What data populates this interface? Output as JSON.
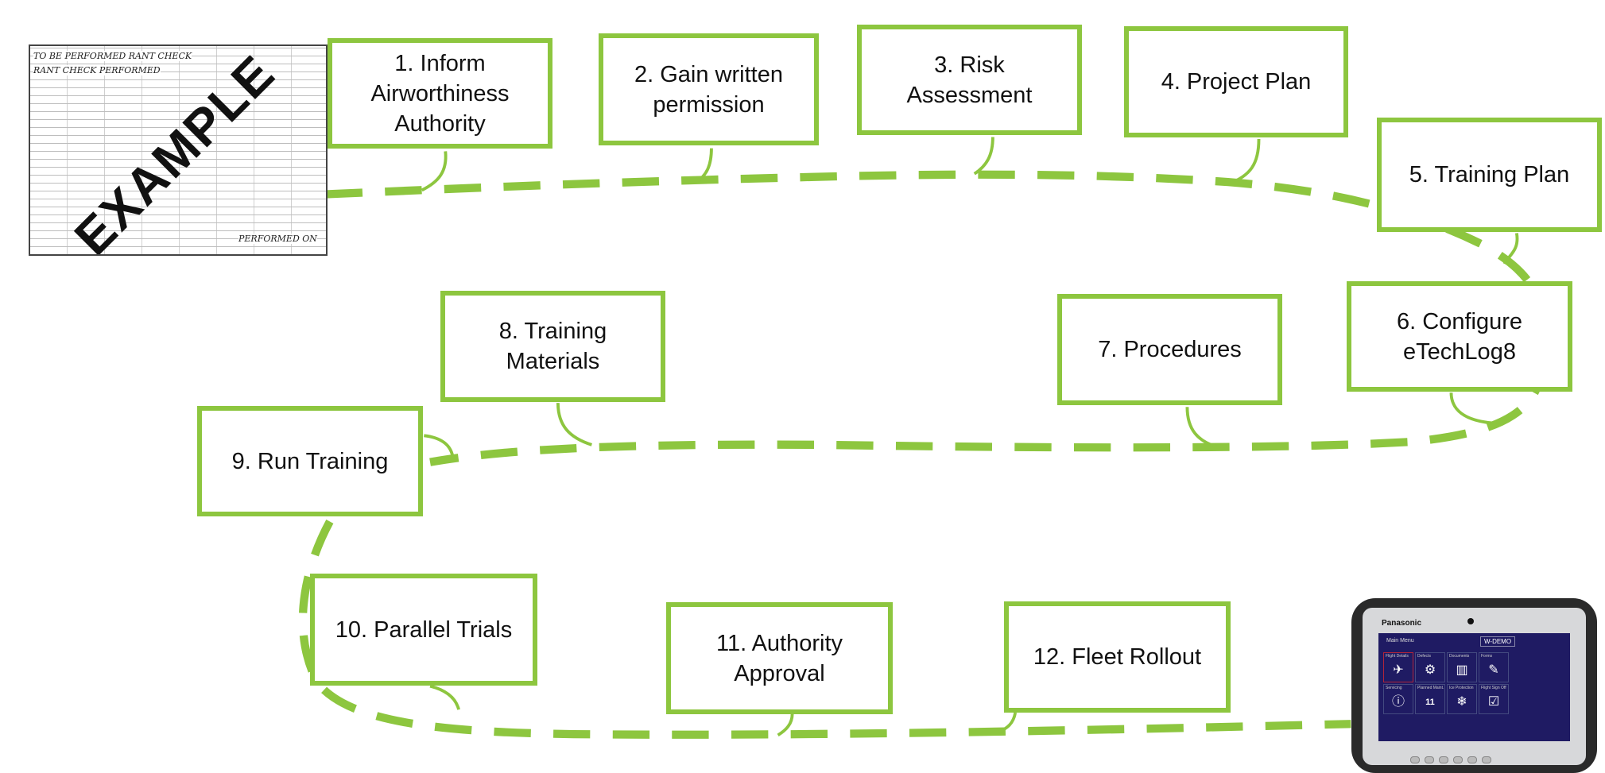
{
  "colors": {
    "accent": "#8DC63F",
    "text": "#111111",
    "tablet_screen": "#1f1b63"
  },
  "example_form": {
    "watermark": "EXAMPLE",
    "handwriting": [
      "TO BE PERFORMED RANT CHECK",
      "RANT CHECK PERFORMED",
      "PERFORMED ON"
    ]
  },
  "steps": [
    {
      "label": "1. Inform\nAirworthiness\nAuthority"
    },
    {
      "label": "2. Gain written\npermission"
    },
    {
      "label": "3. Risk\nAssessment"
    },
    {
      "label": "4. Project Plan"
    },
    {
      "label": "5. Training Plan"
    },
    {
      "label": "6. Configure\neTechLog8"
    },
    {
      "label": "7. Procedures"
    },
    {
      "label": "8. Training\nMaterials"
    },
    {
      "label": "9. Run Training"
    },
    {
      "label": "10. Parallel Trials"
    },
    {
      "label": "11. Authority\nApproval"
    },
    {
      "label": "12. Fleet Rollout"
    }
  ],
  "tablet": {
    "brand": "Panasonic",
    "menu_title": "Main Menu",
    "aircraft": "W-DEMO",
    "tiles": [
      {
        "label": "Flight Details",
        "icon": "airplane-icon",
        "glyph": "✈"
      },
      {
        "label": "Defects",
        "icon": "gear-icon",
        "glyph": "⚙"
      },
      {
        "label": "Documents",
        "icon": "books-icon",
        "glyph": "▥"
      },
      {
        "label": "Forms",
        "icon": "clipboard-pencil-icon",
        "glyph": "✎"
      },
      {
        "label": "Servicing",
        "icon": "gauge-icon",
        "glyph": "ⓘ"
      },
      {
        "label": "Planned Maint.",
        "icon": "calendar-icon",
        "glyph": "11"
      },
      {
        "label": "Ice Protection",
        "icon": "snowflake-icon",
        "glyph": "❄"
      },
      {
        "label": "Flight Sign Off",
        "icon": "checkbox-icon",
        "glyph": "☑"
      }
    ]
  }
}
